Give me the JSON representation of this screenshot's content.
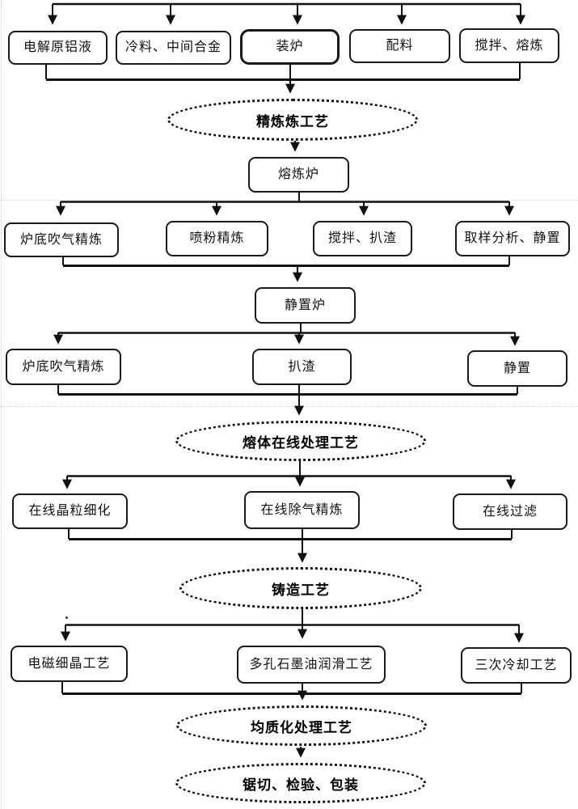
{
  "flow": {
    "row1": [
      {
        "label": "电解原铝液"
      },
      {
        "label": "冷料、中间合金"
      },
      {
        "label": "装炉"
      },
      {
        "label": "配料"
      },
      {
        "label": "搅拌、熔炼"
      }
    ],
    "stage1": {
      "label": "精炼炼工艺"
    },
    "melting_furnace": {
      "label": "熔炼炉"
    },
    "row2": [
      {
        "label": "炉底吹气精炼"
      },
      {
        "label": "喷粉精炼"
      },
      {
        "label": "搅拌、扒渣"
      },
      {
        "label": "取样分析、静置"
      }
    ],
    "holding_furnace": {
      "label": "静置炉"
    },
    "row3": [
      {
        "label": "炉底吹气精炼"
      },
      {
        "label": "扒渣"
      },
      {
        "label": "静置"
      }
    ],
    "stage2": {
      "label": "熔体在线处理工艺"
    },
    "row4": [
      {
        "label": "在线晶粒细化"
      },
      {
        "label": "在线除气精炼"
      },
      {
        "label": "在线过滤"
      }
    ],
    "stage3": {
      "label": "铸造工艺"
    },
    "row5": [
      {
        "label": "电磁细晶工艺"
      },
      {
        "label": "多孔石墨油润滑工艺"
      },
      {
        "label": "三次冷却工艺"
      }
    ],
    "stage4": {
      "label": "均质化处理工艺"
    },
    "stage5": {
      "label": "锯切、检验、包装"
    }
  },
  "colors": {
    "line": "#111111",
    "box_border": "#1a1a1a",
    "background": "#fefefe"
  }
}
